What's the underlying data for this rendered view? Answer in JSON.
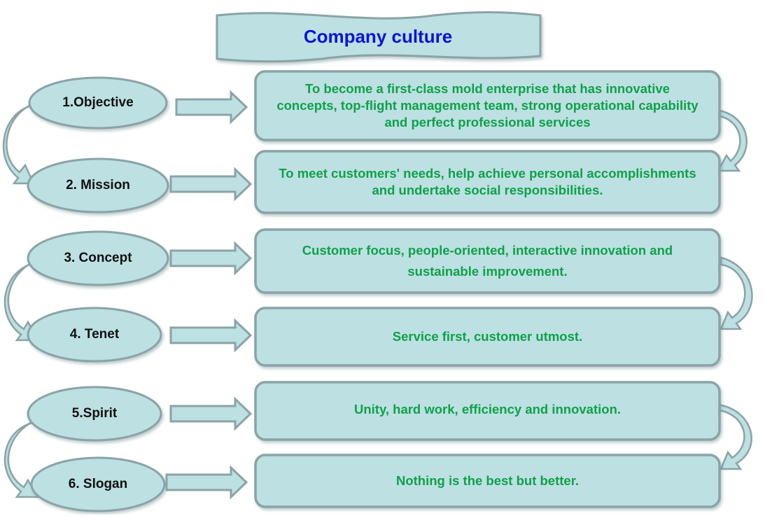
{
  "title": "Company culture",
  "items": [
    {
      "label": "1.Objective",
      "text": "To become a first-class mold enterprise that has innovative concepts, top-flight management team, strong operational capability and perfect professional services"
    },
    {
      "label": "2. Mission",
      "text": "To meet customers' needs, help achieve personal accomplishments and undertake social responsibilities."
    },
    {
      "label": "3. Concept",
      "text": "Customer focus, people-oriented, interactive innovation and sustainable improvement."
    },
    {
      "label": "4. Tenet",
      "text": "Service first, customer utmost."
    },
    {
      "label": "5.Spirit",
      "text": "Unity, hard work, efficiency and innovation."
    },
    {
      "label": "6. Slogan",
      "text": "Nothing is the best but better."
    }
  ],
  "colors": {
    "shape_fill": "#bde0e2",
    "shape_stroke": "#8aa3a6",
    "title_color": "#0a14d8",
    "text_color": "#0fa14a",
    "label_color": "#111111"
  }
}
